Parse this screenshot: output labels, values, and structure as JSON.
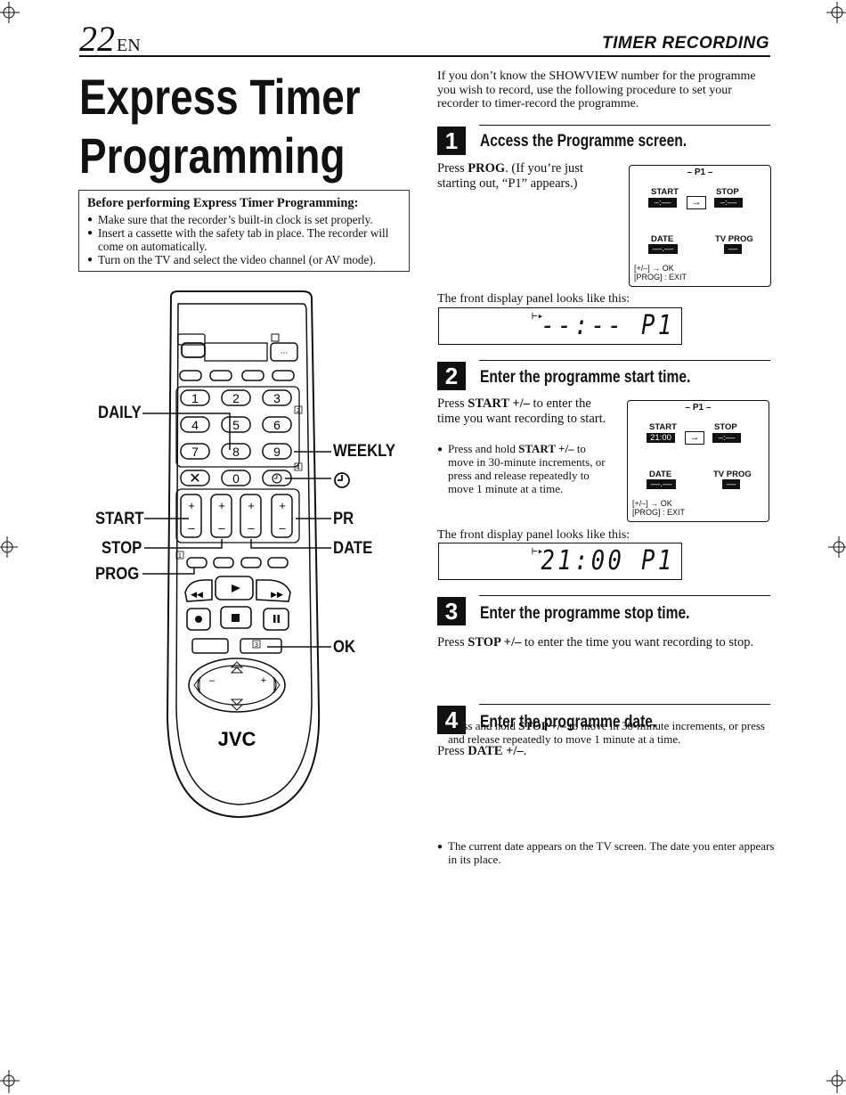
{
  "header": {
    "page_number": "22",
    "page_lang": "EN",
    "section": "TIMER RECORDING"
  },
  "title": {
    "line1": "Express Timer",
    "line2": "Programming"
  },
  "before_box": {
    "heading": "Before performing Express Timer Programming:",
    "items": [
      "Make sure that the recorder’s built-in clock is set properly.",
      "Insert a cassette with the safety tab in place. The recorder will come on automatically.",
      "Turn on the TV and select the video channel (or AV mode)."
    ]
  },
  "intro": "If you don’t know the SHOWVIEW number for the programme you wish to record, use the following procedure to set your recorder to timer-record the programme.",
  "steps": [
    {
      "num": "1",
      "title": "Access the Programme screen.",
      "text_pre": "Press ",
      "text_bold": "PROG",
      "text_post": ". (If you’re just starting out, “P1” appears.)",
      "panel_caption": "The front display panel looks like this:",
      "panel_display": "--:-- P1"
    },
    {
      "num": "2",
      "title": "Enter the programme start time.",
      "text_pre": "Press ",
      "text_bold": "START +/–",
      "text_post": " to enter the time you want recording to start.",
      "bullet_pre": "Press and hold ",
      "bullet_bold": "START +/–",
      "bullet_post": " to move in 30-minute increments, or press and release repeatedly to move 1 minute at a time.",
      "panel_caption": "The front display panel looks like this:",
      "panel_display": "21:00 P1"
    },
    {
      "num": "3",
      "title": "Enter the programme stop time.",
      "text_pre": "Press ",
      "text_bold": "STOP +/–",
      "text_post": " to enter the time you want recording to stop.",
      "bullet_pre": "Press and hold ",
      "bullet_bold": "STOP +/–",
      "bullet_post": " to move in 30-minute increments, or press and release repeatedly to move 1 minute at a time."
    },
    {
      "num": "4",
      "title": "Enter the programme date.",
      "text_pre": "Press ",
      "text_bold": "DATE +/–",
      "text_post": ".",
      "bullet_pre": "The current date appears on the TV screen. The date you enter appears in its place.",
      "bullet_bold": "",
      "bullet_post": ""
    }
  ],
  "osd": {
    "program": "– P1 –",
    "start_label": "START",
    "stop_label": "STOP",
    "date_label": "DATE",
    "tvprog_label": "TV PROG",
    "blank_time": "–:––",
    "blank_date": "––.––",
    "blank_tv": "––",
    "start_value_2": "21:00",
    "foot1": "[+/–] → OK",
    "foot2": "[PROG] : EXIT"
  },
  "remote": {
    "callouts": {
      "daily": "DAILY",
      "weekly": "WEEKLY",
      "start": "START",
      "stop": "STOP",
      "prog": "PROG",
      "pr": "PR",
      "date": "DATE",
      "ok": "OK"
    },
    "keys": [
      "1",
      "2",
      "3",
      "4",
      "5",
      "6",
      "7",
      "8",
      "9",
      "0"
    ],
    "brand": "JVC",
    "marker_1": "1",
    "marker_2": "2",
    "marker_3": "3",
    "marker_4": "4"
  }
}
